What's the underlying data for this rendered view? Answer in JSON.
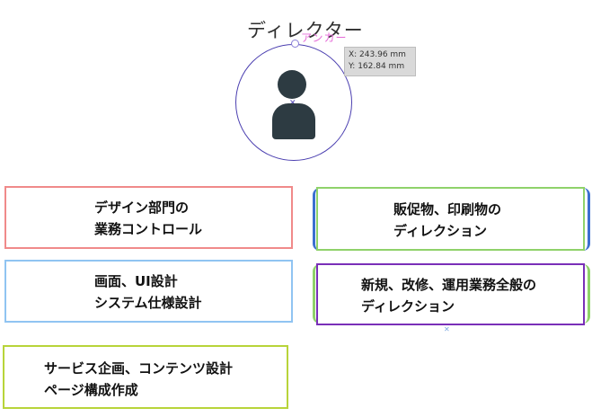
{
  "header": {
    "title": "ディレクター",
    "anchor_label": "アンカー"
  },
  "tooltip": {
    "x": "X: 243.96 mm",
    "y": "Y: 162.84 mm"
  },
  "boxes": [
    {
      "line1": "デザイン部門の",
      "line2": "業務コントロール",
      "border": "#f08a8a"
    },
    {
      "line1": "画面、UI設計",
      "line2": "システム仕様設計",
      "border": "#90c4f2"
    },
    {
      "line1": "サービス企画、コンテンツ設計",
      "line2": "ページ構成作成",
      "border": "#b8d43a"
    },
    {
      "line1": "販促物、印刷物の",
      "line2": "ディレクション",
      "border": "#8fd26a"
    },
    {
      "line1": "新規、改修、運用業務全般の",
      "line2": "ディレクション",
      "border": "#7a2fb8"
    }
  ],
  "icons": {
    "center": "person-icon"
  },
  "colors": {
    "circle": "#4b3fb0",
    "person": "#2d3b42",
    "anchor": "#e56bd8"
  }
}
